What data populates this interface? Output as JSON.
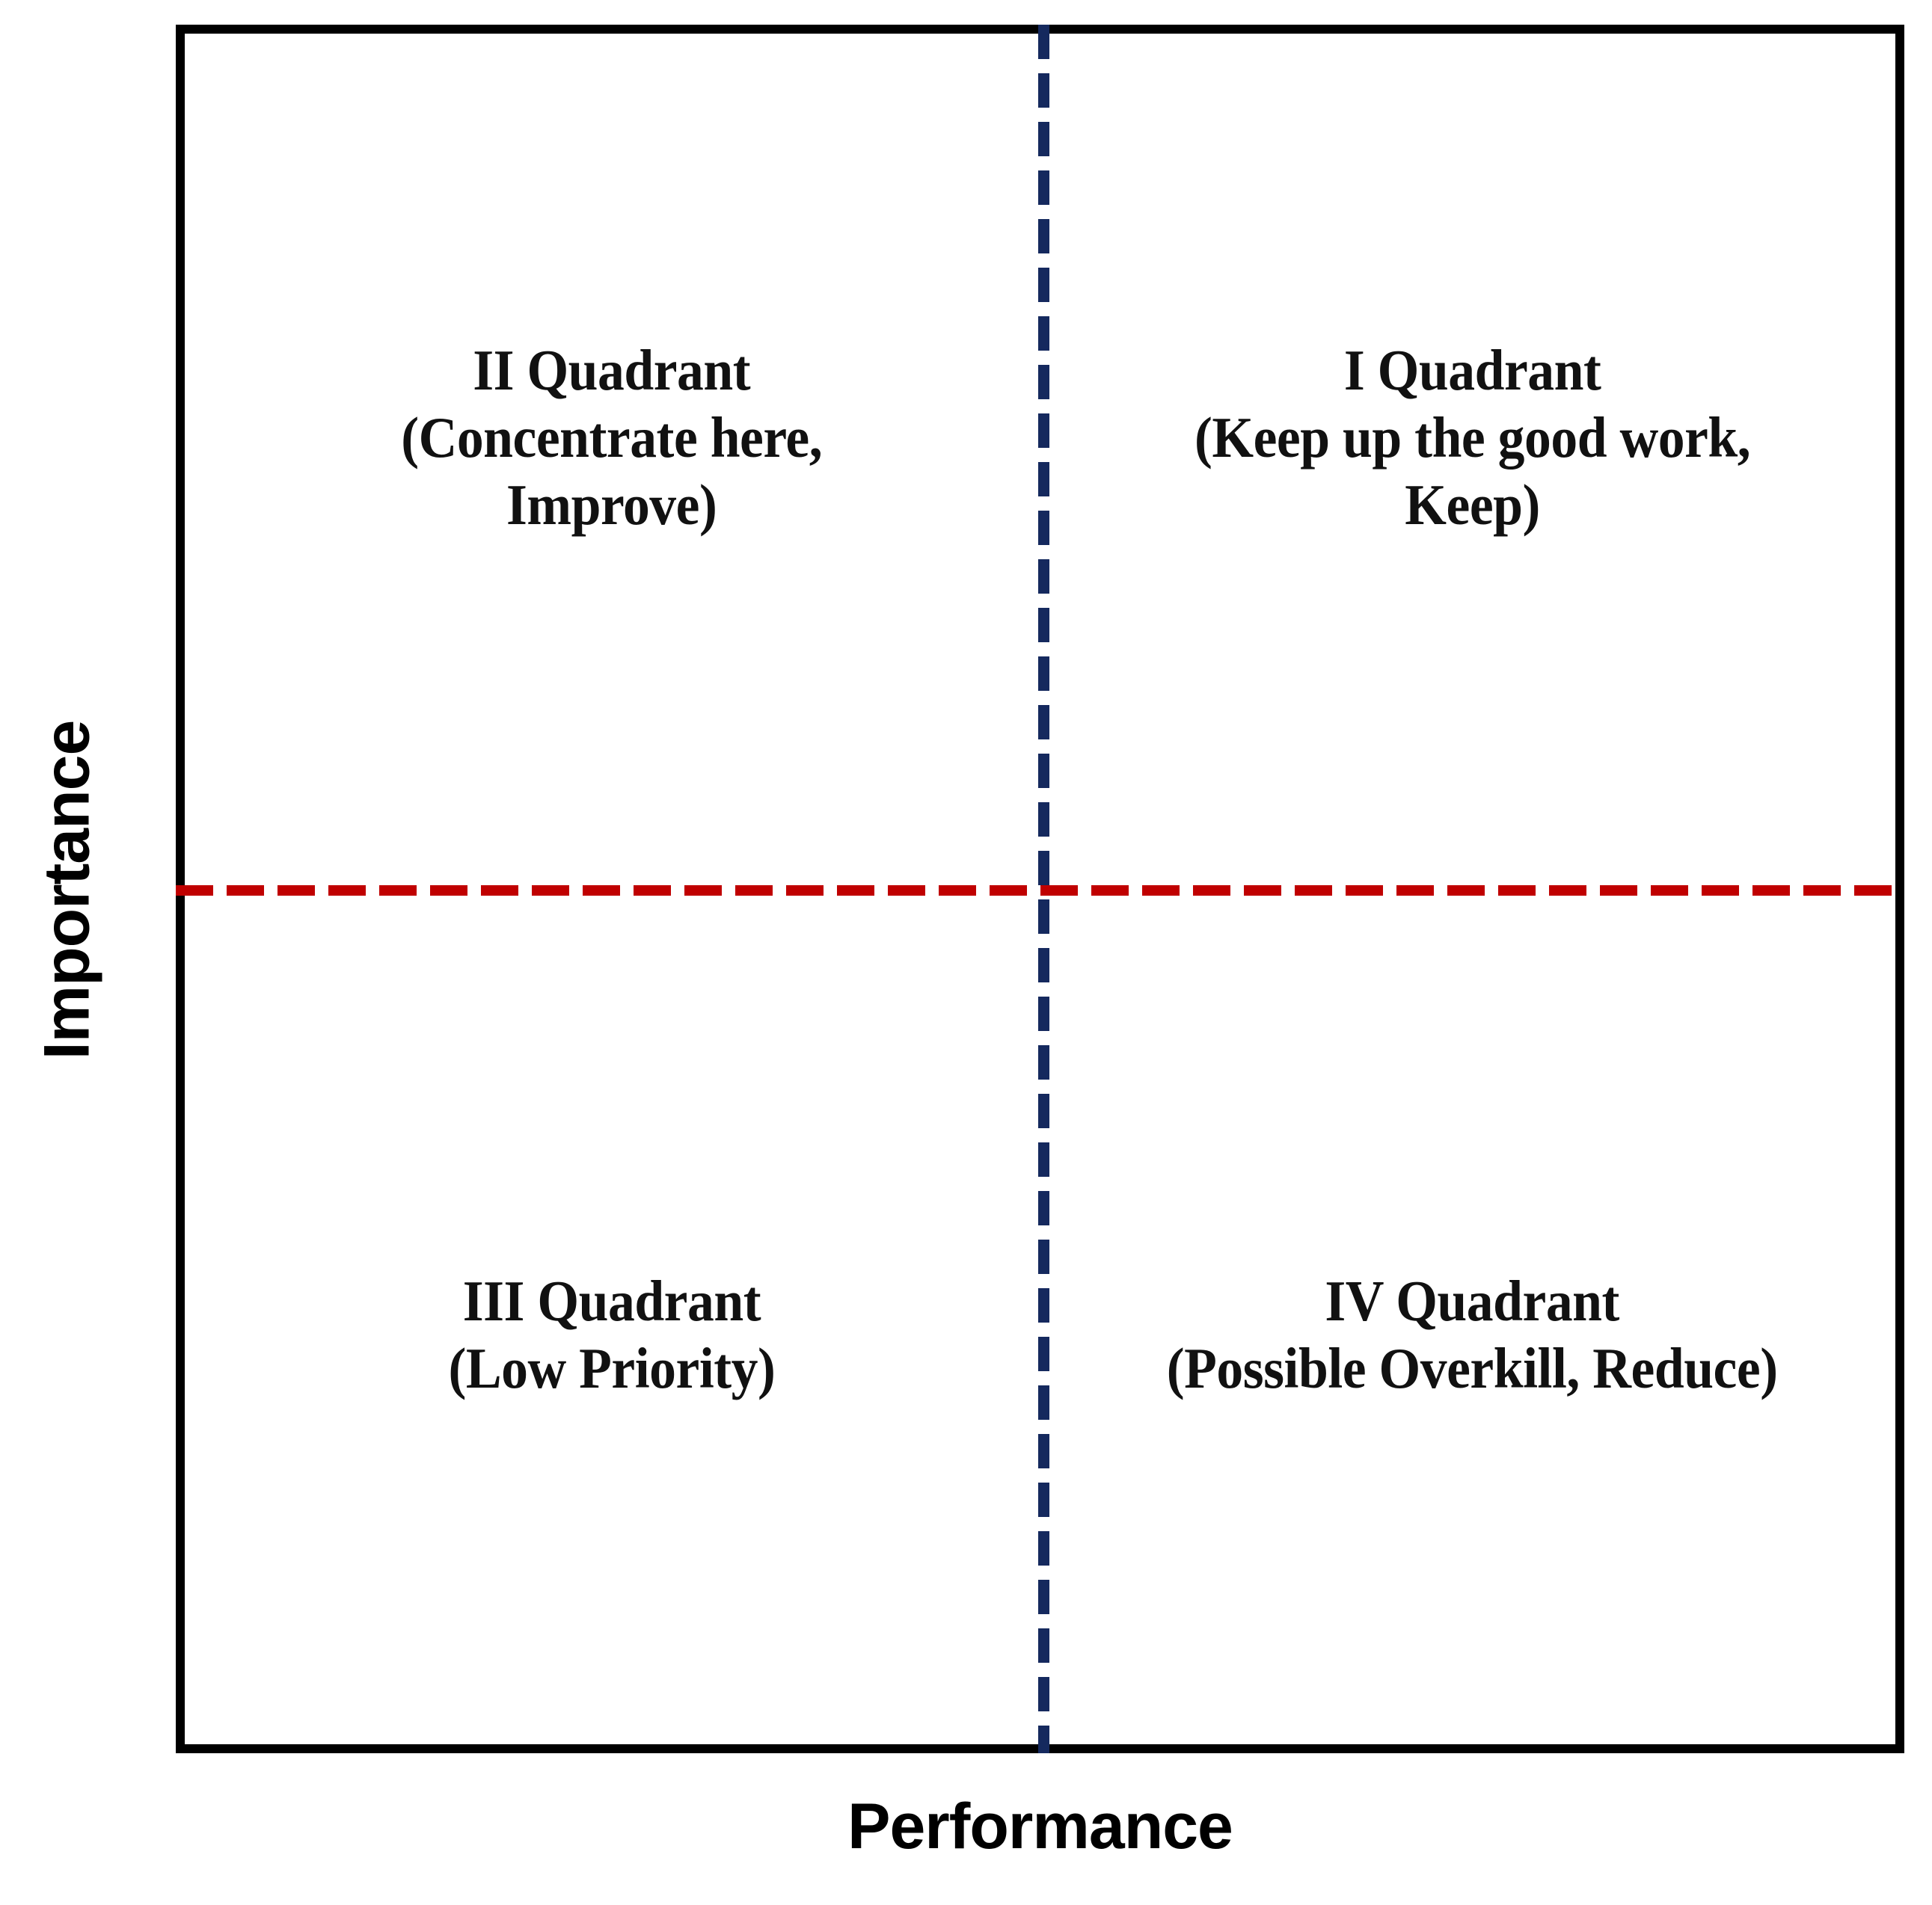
{
  "chart_data": {
    "type": "scatter",
    "title": "",
    "subtitle": "",
    "xlabel": "Performance",
    "ylabel": "Importance",
    "grid": false,
    "legend": null,
    "axes": {
      "x": {
        "label": "Performance",
        "ticks": [],
        "range": null
      },
      "y": {
        "label": "Importance",
        "ticks": [],
        "range": null
      }
    },
    "series": [],
    "annotations": [
      {
        "id": "quadrant-2",
        "position": "upper-left",
        "lines": [
          "II Quadrant",
          "(Concentrate here,",
          "Improve)"
        ]
      },
      {
        "id": "quadrant-1",
        "position": "upper-right",
        "lines": [
          "I Quadrant",
          "(Keep up the good work,",
          "Keep)"
        ]
      },
      {
        "id": "quadrant-3",
        "position": "lower-left",
        "lines": [
          "III Quadrant",
          "(Low Priority)"
        ]
      },
      {
        "id": "quadrant-4",
        "position": "lower-right",
        "lines": [
          "IV Quadrant",
          "(Possible Overkill, Reduce)"
        ]
      }
    ],
    "reference_lines": [
      {
        "id": "performance-mean",
        "orientation": "vertical",
        "style": "dashed",
        "color": "#15295E"
      },
      {
        "id": "importance-mean",
        "orientation": "horizontal",
        "style": "dashed",
        "color": "#C00000"
      }
    ]
  },
  "axes": {
    "y_label": "Importance",
    "x_label": "Performance"
  },
  "quadrants": {
    "q1": {
      "title": "I Quadrant",
      "line2": "(Keep up the good work,",
      "line3": "Keep)"
    },
    "q2": {
      "title": "II Quadrant",
      "line2": "(Concentrate here,",
      "line3": "Improve)"
    },
    "q3": {
      "title": "III Quadrant",
      "line2": "(Low Priority)"
    },
    "q4": {
      "title": "IV Quadrant",
      "line2": "(Possible Overkill, Reduce)"
    }
  },
  "colors": {
    "frame": "#000000",
    "vertical_divider": "#15295E",
    "horizontal_divider": "#C00000",
    "text": "#111111",
    "background": "#FFFFFF"
  }
}
